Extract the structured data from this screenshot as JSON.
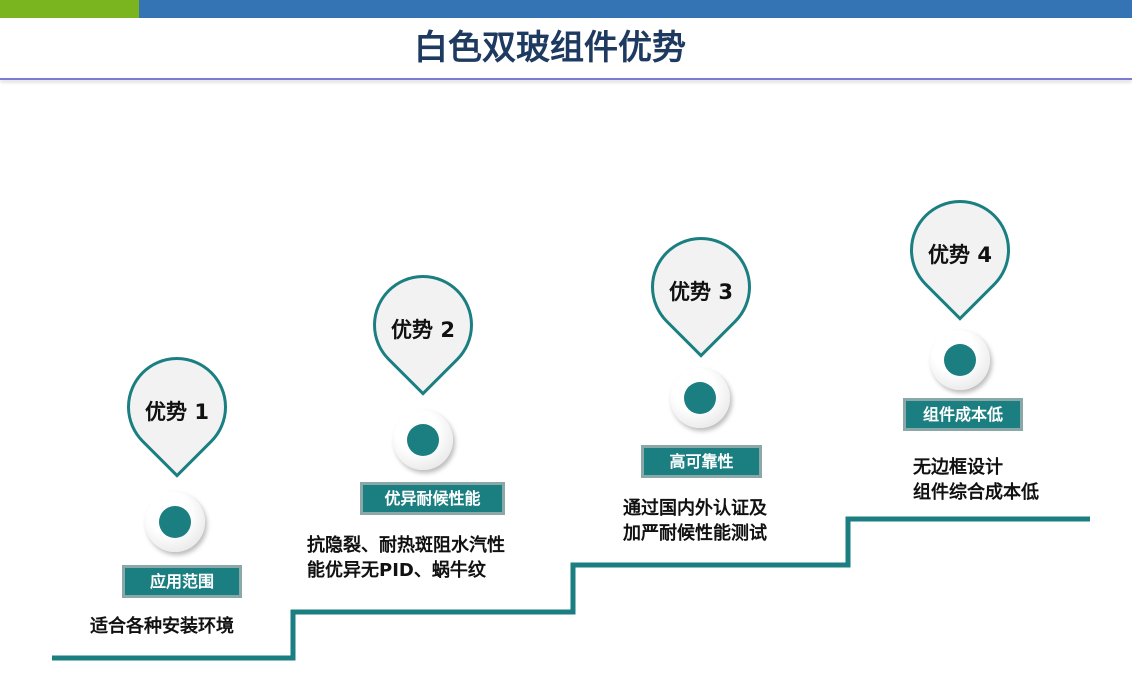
{
  "title": "白色双玻组件优势",
  "colors": {
    "teal": "#1b7f82",
    "green": "#7ab51f",
    "blue": "#3474b4"
  },
  "advantages": [
    {
      "pin": "优势 1",
      "label": "应用范围",
      "desc": [
        "适合各种安装环境"
      ]
    },
    {
      "pin": "优势 2",
      "label": "优异耐候性能",
      "desc": [
        "抗隐裂、耐热斑阻水汽性",
        "能优异无PID、蜗牛纹"
      ]
    },
    {
      "pin": "优势 3",
      "label": "高可靠性",
      "desc": [
        "通过国内外认证及",
        "加严耐候性能测试"
      ]
    },
    {
      "pin": "优势 4",
      "label": "组件成本低",
      "desc": [
        "无边框设计",
        "组件综合成本低"
      ]
    }
  ]
}
